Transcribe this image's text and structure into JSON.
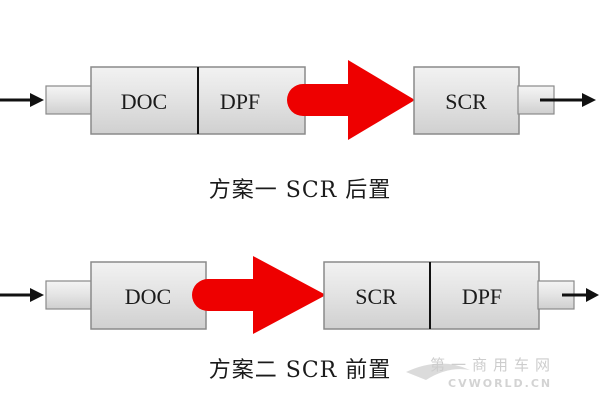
{
  "scheme1": {
    "modules": [
      "DOC",
      "DPF",
      "SCR"
    ],
    "caption": "方案一 SCR 后置"
  },
  "scheme2": {
    "modules": [
      "DOC",
      "SCR",
      "DPF"
    ],
    "caption": "方案二 SCR 前置"
  },
  "watermark": {
    "cn": "第一商用车网",
    "en": "CVWORLD.CN"
  },
  "colors": {
    "flow_arrow": "#ee0000",
    "box_fill": "#e3e3e3",
    "pipe_fill": "#e6e6e6",
    "outline": "#8a8a8a",
    "line": "#111111"
  }
}
